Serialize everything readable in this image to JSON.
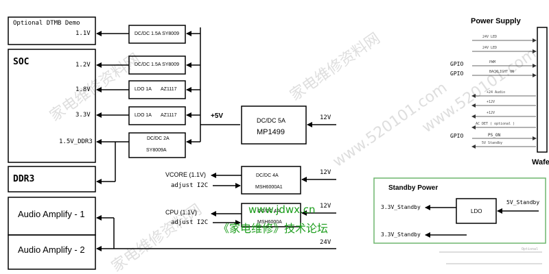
{
  "blocks": {
    "dtmb": "Optional DTMB Demo",
    "soc": "SOC",
    "ddr3": "DDR3",
    "audio1": "Audio Amplify - 1",
    "audio2": "Audio Amplify - 2"
  },
  "rails": {
    "r11": "1.1V",
    "r12": "1.2V",
    "r18": "1.8V",
    "r33": "3.3V",
    "r15": "1.5V_DDR3"
  },
  "converters": {
    "c1": "DC/DC 1.5A   SY8009",
    "c2": "DC/DC 1.5A   SY8009",
    "c3a": "LDO 1A",
    "c3b": "AZ1117",
    "c4a": "LDO 1A",
    "c4b": "AZ1117",
    "c5a": "DC/DC 2A",
    "c5b": "SY8009A",
    "main_a": "DC/DC 5A",
    "main_b": "MP1499",
    "vcore_a": "DC/DC 4A",
    "vcore_b": "MSH6000A1",
    "cpu_a": "DC/DC 4A",
    "cpu_b": "MSH6000A"
  },
  "nets": {
    "plus5v": "+5V",
    "in12v_1": "12V",
    "in12v_2": "12V",
    "in12v_3": "12V",
    "in24v": "24V",
    "vcore": "VCORE (1.1V)",
    "vcore_adj": "adjust  I2C",
    "cpu": "CPU (1.1V)",
    "cpu_adj": "adjust  I2C"
  },
  "power_supply": {
    "title": "Power Supply",
    "connector": "Wafe",
    "lines": [
      "24V LED",
      "24V LED",
      "PWM",
      "BACKLIGHT ON",
      "+24 Audio",
      "+12V",
      "+12V",
      "AC DET ( optional )",
      "PS_ON",
      "5V Standby"
    ],
    "gpio": [
      "GPIO",
      "GPIO",
      "GPIO"
    ]
  },
  "standby": {
    "title": "Standby Power",
    "ldo": "LDO",
    "input": "5V_Standby",
    "out1": "3.3V_Standby",
    "out2": "3.3V_Standby",
    "faint": "Optional"
  },
  "watermarks": {
    "site": "www.jdwx.cn",
    "forum": "《家电维修》技术论坛",
    "bg1": "家电维修资料网",
    "bg2": "www.520101.com"
  },
  "colors": {
    "line": "#000000",
    "standby_border": "#6db66d",
    "watermark": "#1a9c1a",
    "faint_watermark": "#c8c8c8"
  }
}
